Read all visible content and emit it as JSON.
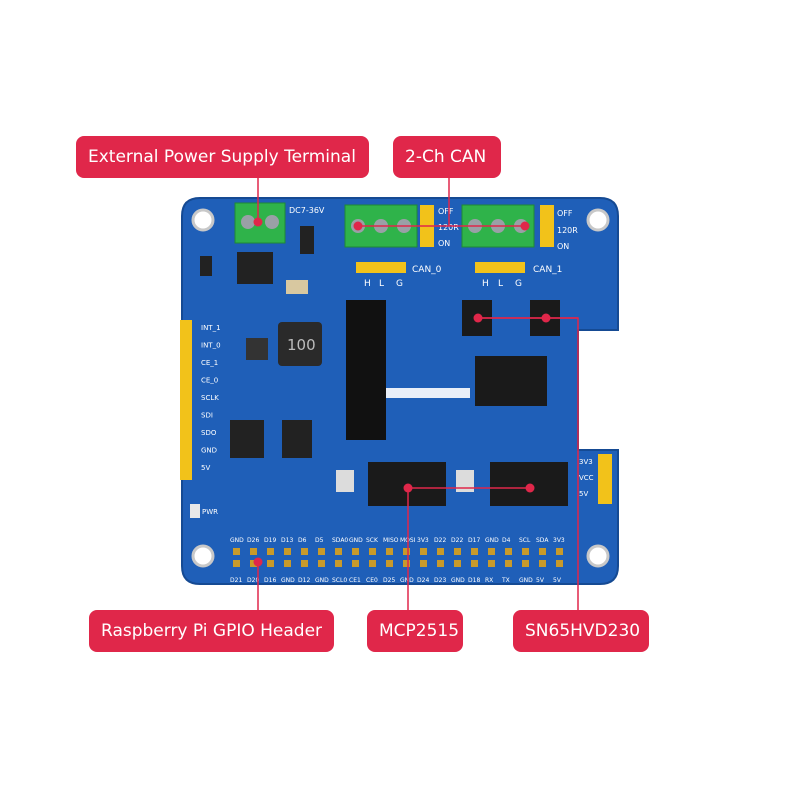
{
  "callouts": {
    "ext_power": "External Power Supply Terminal",
    "can_2ch": "2-Ch CAN",
    "gpio_header": "Raspberry Pi GPIO Header",
    "mcp": "MCP2515",
    "sn": "SN65HVD230"
  },
  "silkscreen": {
    "dc_range": "DC7-36V",
    "can0": "CAN_0",
    "can1": "CAN_1",
    "h": "H",
    "l": "L",
    "g": "G",
    "off": "OFF",
    "r120": "120R",
    "on": "ON",
    "inductor": "100",
    "pwr": "PWR",
    "left_labels": [
      "INT_1",
      "INT_0",
      "CE_1",
      "CE_0",
      "SCLK",
      "SDI",
      "SDO",
      "GND",
      "5V"
    ],
    "right_labels": [
      "3V3",
      "VCC",
      "5V"
    ],
    "gpio_top": [
      "GND",
      "D26",
      "D19",
      "D13",
      "D6",
      "D5",
      "SDA0",
      "GND",
      "SCK",
      "MISO",
      "MOSI",
      "3V3",
      "D22",
      "D22",
      "D17",
      "GND",
      "D4",
      "SCL",
      "SDA",
      "3V3"
    ],
    "gpio_bottom": [
      "D21",
      "D20",
      "D16",
      "GND",
      "D12",
      "GND",
      "SCL0",
      "CE1",
      "CE0",
      "D25",
      "GND",
      "D24",
      "D23",
      "GND",
      "D18",
      "RX",
      "TX",
      "GND",
      "5V",
      "5V"
    ]
  },
  "colors": {
    "callout": "#e0274a",
    "pcb": "#1f5fb8",
    "terminal": "#2fb34a",
    "jumper": "#f2c21a",
    "pins": "#c89a2a"
  }
}
